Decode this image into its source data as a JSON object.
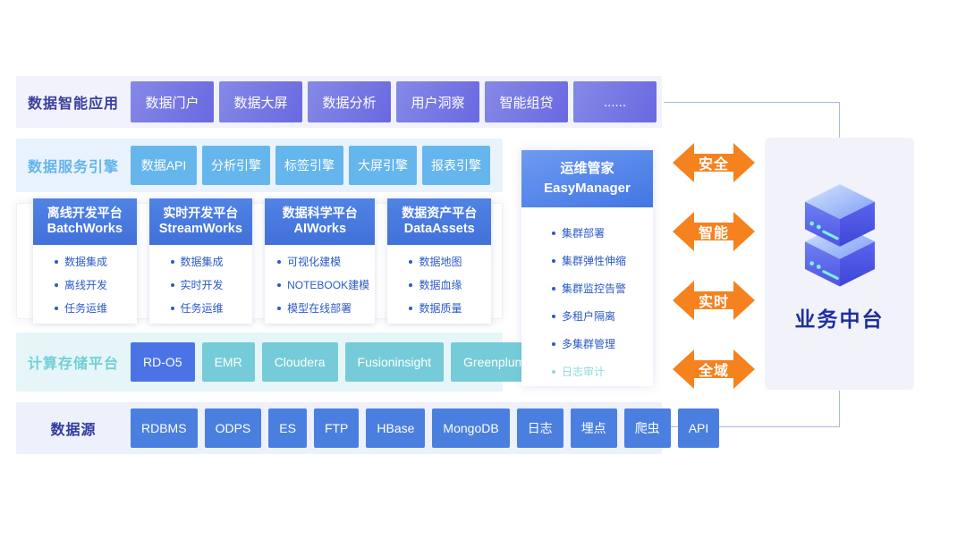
{
  "apps": {
    "label": "数据智能应用",
    "items": [
      "数据门户",
      "数据大屏",
      "数据分析",
      "用户洞察",
      "智能组贷",
      "......"
    ]
  },
  "engines": {
    "label": "数据服务引擎",
    "items": [
      "数据API",
      "分析引擎",
      "标签引擎",
      "大屏引擎",
      "报表引擎"
    ]
  },
  "platforms": [
    {
      "cn": "离线开发平台",
      "en": "BatchWorks",
      "bullets": [
        "数据集成",
        "离线开发",
        "任务运维"
      ]
    },
    {
      "cn": "实时开发平台",
      "en": "StreamWorks",
      "bullets": [
        "数据集成",
        "实时开发",
        "任务运维"
      ]
    },
    {
      "cn": "数据科学平台",
      "en": "AIWorks",
      "bullets": [
        "可视化建模",
        "NOTEBOOK建模",
        "模型在线部署"
      ]
    },
    {
      "cn": "数据资产平台",
      "en": "DataAssets",
      "bullets": [
        "数据地图",
        "数据血缘",
        "数据质量"
      ]
    }
  ],
  "compute": {
    "label": "计算存储平台",
    "items": [
      "RD-O5",
      "EMR",
      "Cloudera",
      "Fusioninsight",
      "Greenplum"
    ]
  },
  "sources": {
    "label": "数据源",
    "items": [
      "RDBMS",
      "ODPS",
      "ES",
      "FTP",
      "HBase",
      "MongoDB",
      "日志",
      "埋点",
      "爬虫",
      "API"
    ]
  },
  "easymanager": {
    "cn": "运维管家",
    "en": "EasyManager",
    "bullets": [
      "集群部署",
      "集群弹性伸缩",
      "集群监控告警",
      "多租户隔离",
      "多集群管理",
      "日志审计"
    ]
  },
  "arrows": [
    "安全",
    "智能",
    "实时",
    "全域"
  ],
  "business_platform": {
    "label": "业务中台",
    "icon": "server-stack-icon"
  },
  "colors": {
    "accent_orange": "#f5821f",
    "chip_purple": "#6d6ce2",
    "chip_sky": "#66b6ee",
    "chip_teal": "#75ccd8",
    "chip_blue": "#4a7fe0",
    "header_blue": "#4478dd",
    "bullet_blue": "#2b5ac6",
    "muted_teal": "#8fd9e0",
    "navy_label": "#3a3f9e",
    "biz_label_navy": "#1d2f9d",
    "connector": "#a9b6e8"
  }
}
